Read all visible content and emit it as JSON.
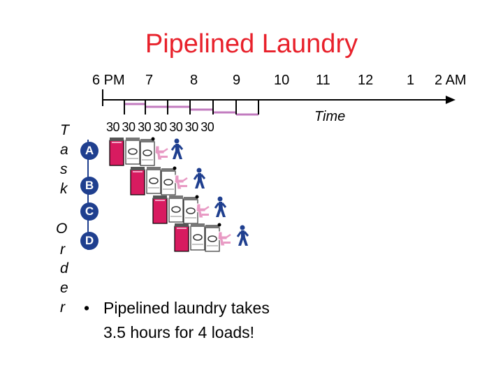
{
  "title": "Pipelined Laundry",
  "timeline": {
    "hours": [
      "6 PM",
      "7",
      "8",
      "9",
      "10",
      "11",
      "12",
      "1",
      "2 AM"
    ],
    "time_label": "Time",
    "durations": [
      "30",
      "30",
      "30",
      "30",
      "30",
      "30",
      "30"
    ]
  },
  "axis_label": {
    "task_chars": [
      "T",
      "a",
      "s",
      "k"
    ],
    "order_chars": [
      "O",
      "r",
      "d",
      "e",
      "r"
    ]
  },
  "tasks": [
    {
      "label": "A"
    },
    {
      "label": "B"
    },
    {
      "label": "C"
    },
    {
      "label": "D"
    }
  ],
  "colors": {
    "title": "#e8212b",
    "washer": "#d81b60",
    "dryer_outline": "#333333",
    "folder": "#e89ac4",
    "walker": "#1f3f8f",
    "timeline_segment": "#c27bbf"
  },
  "icons": [
    "washer-icon",
    "dryer-icon",
    "folding-person-icon",
    "walking-person-icon"
  ],
  "bullet": {
    "line1": "Pipelined laundry takes",
    "line2": "3.5 hours for 4 loads!"
  }
}
